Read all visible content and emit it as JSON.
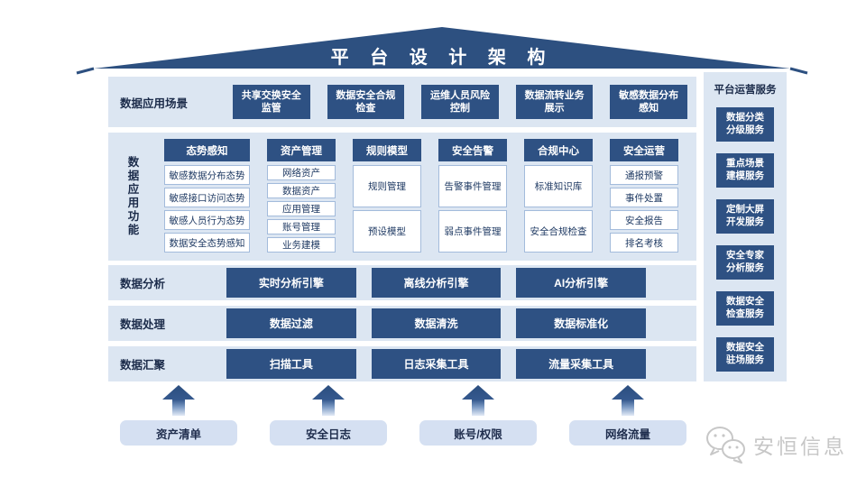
{
  "roof": {
    "title": "平 台 设 计 架 构"
  },
  "scenarios": {
    "label": "数据应用场景",
    "items": [
      "共享交换安全\n监管",
      "数据安全合规\n检查",
      "运维人员风险\n控制",
      "数据流转业务\n展示",
      "敏感数据分布\n感知"
    ]
  },
  "functions": {
    "label_vertical": "数\n据\n应\n用\n功\n能",
    "columns": [
      {
        "header": "态势感知",
        "items": [
          "敏感数据分布态势",
          "敏感接口访问态势",
          "敏感人员行为态势",
          "数据安全态势感知"
        ]
      },
      {
        "header": "资产管理",
        "items": [
          "网络资产",
          "数据资产",
          "应用管理",
          "账号管理",
          "业务建模"
        ]
      },
      {
        "header": "规则模型",
        "items": [
          "规则管理",
          "预设模型"
        ]
      },
      {
        "header": "安全告警",
        "items": [
          "告警事件管理",
          "弱点事件管理"
        ]
      },
      {
        "header": "合规中心",
        "items": [
          "标准知识库",
          "安全合规检查"
        ]
      },
      {
        "header": "安全运营",
        "items": [
          "通报预警",
          "事件处置",
          "安全报告",
          "排名考核"
        ]
      }
    ]
  },
  "analysis": {
    "label": "数据分析",
    "engines": [
      "实时分析引擎",
      "离线分析引擎",
      "AI分析引擎"
    ]
  },
  "processing": {
    "label": "数据处理",
    "items": [
      "数据过滤",
      "数据清洗",
      "数据标准化"
    ]
  },
  "aggregation": {
    "label": "数据汇聚",
    "tools": [
      "扫描工具",
      "日志采集工具",
      "流量采集工具"
    ]
  },
  "sources": [
    "资产清单",
    "安全日志",
    "账号/权限",
    "网络流量"
  ],
  "services": {
    "title": "平台运营服务",
    "items": [
      "数据分类\n分级服务",
      "重点场景\n建模服务",
      "定制大屏\n开发服务",
      "安全专家\n分析服务",
      "数据安全\n检查服务",
      "数据安全\n驻场服务"
    ]
  },
  "watermark": {
    "text": "安恒信息"
  },
  "colors": {
    "primary": "#2e5183",
    "roof": "#2d5080",
    "panel": "#dce6f2",
    "item_border": "#a3bbdb",
    "watermark_gray": "#c7c7c7"
  }
}
